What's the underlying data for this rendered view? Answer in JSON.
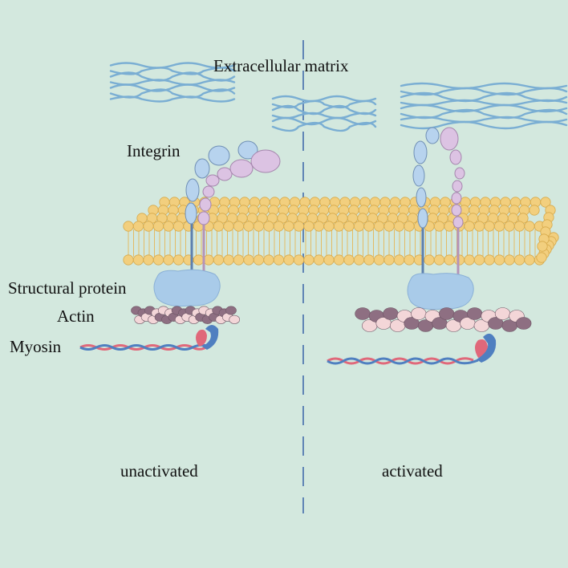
{
  "labels": {
    "extracellular_matrix": "Extracellular matrix",
    "integrin": "Integrin",
    "structural_protein": "Structural protein",
    "actin": "Actin",
    "myosin": "Myosin",
    "unactivated": "unactivated",
    "activated": "activated"
  },
  "colors": {
    "background": "#d3e8de",
    "ecm_fiber": "#7aaed3",
    "lipid_head": "#f2cf7e",
    "lipid_outline": "#d6a94a",
    "integrin_alpha": "#b7d3ee",
    "integrin_beta": "#dcc3e3",
    "structural_protein": "#a9cbe9",
    "actin_dark": "#8e6f82",
    "actin_light": "#f3d6d8",
    "myosin_red": "#e0687a",
    "myosin_blue": "#4f7fc0",
    "divider": "#5f84b5"
  }
}
